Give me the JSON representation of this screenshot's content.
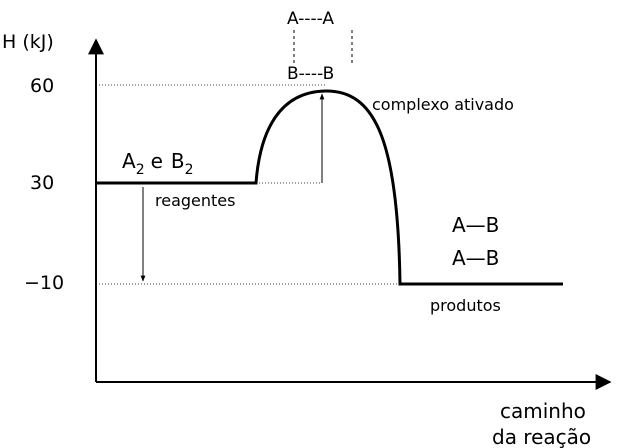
{
  "chart_data": {
    "type": "line",
    "ylabel": "H (kJ)",
    "xlabel_line1": "caminho",
    "xlabel_line2": "da reação",
    "yticks": [
      "60",
      "30",
      "−10"
    ],
    "y_values": [
      60,
      30,
      -10
    ],
    "levels": {
      "reactants": 30,
      "activated_complex": 60,
      "products": -10
    },
    "labels": {
      "reactants_formula_A": "A",
      "reactants_sub_A": "2",
      "reactants_e": "e",
      "reactants_formula_B": "B",
      "reactants_sub_B": "2",
      "reactants": "reagentes",
      "activated_complex": "complexo ativado",
      "products": "produtos",
      "product_line1": "A—B",
      "product_line2": "A—B",
      "complex_top": "A----A",
      "complex_bottom": "B----B"
    }
  }
}
